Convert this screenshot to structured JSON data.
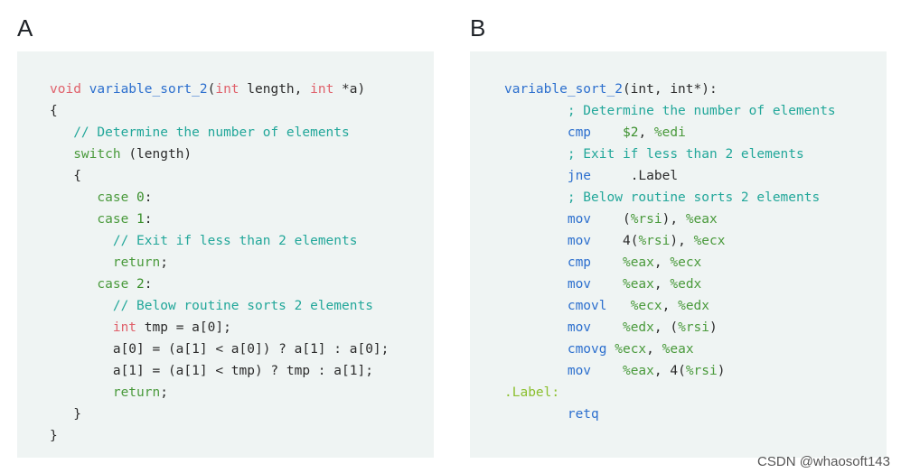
{
  "labels": {
    "a": "A",
    "b": "B"
  },
  "colors": {
    "keyword": "#e0616b",
    "function": "#2c6fce",
    "comment": "#22a79a",
    "control": "#4a9a3c",
    "number": "#3a8f2c",
    "register": "#4a9a3c",
    "label": "#8bbf2e",
    "plain": "#2b2b2b"
  },
  "panel_a": {
    "lines": [
      [
        [
          "keyword",
          "void "
        ],
        [
          "function",
          "variable_sort_2"
        ],
        [
          "plain",
          "("
        ],
        [
          "keyword",
          "int"
        ],
        [
          "plain",
          " length, "
        ],
        [
          "keyword",
          "int"
        ],
        [
          "plain",
          " *a)"
        ]
      ],
      [
        [
          "plain",
          "{"
        ]
      ],
      [
        [
          "plain",
          "   "
        ],
        [
          "comment",
          "// Determine the number of elements"
        ]
      ],
      [
        [
          "plain",
          "   "
        ],
        [
          "control",
          "switch"
        ],
        [
          "plain",
          " (length)"
        ]
      ],
      [
        [
          "plain",
          "   {"
        ]
      ],
      [
        [
          "plain",
          "      "
        ],
        [
          "control",
          "case "
        ],
        [
          "number",
          "0"
        ],
        [
          "plain",
          ":"
        ]
      ],
      [
        [
          "plain",
          "      "
        ],
        [
          "control",
          "case "
        ],
        [
          "number",
          "1"
        ],
        [
          "plain",
          ":"
        ]
      ],
      [
        [
          "plain",
          "        "
        ],
        [
          "comment",
          "// Exit if less than 2 elements"
        ]
      ],
      [
        [
          "plain",
          "        "
        ],
        [
          "control",
          "return"
        ],
        [
          "plain",
          ";"
        ]
      ],
      [
        [
          "plain",
          "      "
        ],
        [
          "control",
          "case "
        ],
        [
          "number",
          "2"
        ],
        [
          "plain",
          ":"
        ]
      ],
      [
        [
          "plain",
          "        "
        ],
        [
          "comment",
          "// Below routine sorts 2 elements"
        ]
      ],
      [
        [
          "plain",
          "        "
        ],
        [
          "keyword",
          "int"
        ],
        [
          "plain",
          " tmp = a[0];"
        ]
      ],
      [
        [
          "plain",
          "        a[0] = (a[1] < a[0]) ? a[1] : a[0];"
        ]
      ],
      [
        [
          "plain",
          "        a[1] = (a[1] < tmp) ? tmp : a[1];"
        ]
      ],
      [
        [
          "plain",
          "        "
        ],
        [
          "control",
          "return"
        ],
        [
          "plain",
          ";"
        ]
      ],
      [
        [
          "plain",
          "   }"
        ]
      ],
      [
        [
          "plain",
          "}"
        ]
      ]
    ]
  },
  "panel_b": {
    "lines": [
      [
        [
          "function",
          "variable_sort_2"
        ],
        [
          "plain",
          "(int, int*):"
        ]
      ],
      [
        [
          "plain",
          "        "
        ],
        [
          "comment",
          "; Determine the number of elements"
        ]
      ],
      [
        [
          "plain",
          "        "
        ],
        [
          "function",
          "cmp"
        ],
        [
          "plain",
          "    "
        ],
        [
          "number",
          "$2"
        ],
        [
          "plain",
          ", "
        ],
        [
          "register",
          "%edi"
        ]
      ],
      [
        [
          "plain",
          "        "
        ],
        [
          "comment",
          "; Exit if less than 2 elements"
        ]
      ],
      [
        [
          "plain",
          "        "
        ],
        [
          "function",
          "jne"
        ],
        [
          "plain",
          "     .Label"
        ]
      ],
      [
        [
          "plain",
          "        "
        ],
        [
          "comment",
          "; Below routine sorts 2 elements"
        ]
      ],
      [
        [
          "plain",
          "        "
        ],
        [
          "function",
          "mov"
        ],
        [
          "plain",
          "    ("
        ],
        [
          "register",
          "%rsi"
        ],
        [
          "plain",
          "), "
        ],
        [
          "register",
          "%eax"
        ]
      ],
      [
        [
          "plain",
          "        "
        ],
        [
          "function",
          "mov"
        ],
        [
          "plain",
          "    4("
        ],
        [
          "register",
          "%rsi"
        ],
        [
          "plain",
          "), "
        ],
        [
          "register",
          "%ecx"
        ]
      ],
      [
        [
          "plain",
          "        "
        ],
        [
          "function",
          "cmp"
        ],
        [
          "plain",
          "    "
        ],
        [
          "register",
          "%eax"
        ],
        [
          "plain",
          ", "
        ],
        [
          "register",
          "%ecx"
        ]
      ],
      [
        [
          "plain",
          "        "
        ],
        [
          "function",
          "mov"
        ],
        [
          "plain",
          "    "
        ],
        [
          "register",
          "%eax"
        ],
        [
          "plain",
          ", "
        ],
        [
          "register",
          "%edx"
        ]
      ],
      [
        [
          "plain",
          "        "
        ],
        [
          "function",
          "cmovl"
        ],
        [
          "plain",
          "   "
        ],
        [
          "register",
          "%ecx"
        ],
        [
          "plain",
          ", "
        ],
        [
          "register",
          "%edx"
        ]
      ],
      [
        [
          "plain",
          "        "
        ],
        [
          "function",
          "mov"
        ],
        [
          "plain",
          "    "
        ],
        [
          "register",
          "%edx"
        ],
        [
          "plain",
          ", ("
        ],
        [
          "register",
          "%rsi"
        ],
        [
          "plain",
          ")"
        ]
      ],
      [
        [
          "plain",
          "        "
        ],
        [
          "function",
          "cmovg"
        ],
        [
          "plain",
          " "
        ],
        [
          "register",
          "%ecx"
        ],
        [
          "plain",
          ", "
        ],
        [
          "register",
          "%eax"
        ]
      ],
      [
        [
          "plain",
          "        "
        ],
        [
          "function",
          "mov"
        ],
        [
          "plain",
          "    "
        ],
        [
          "register",
          "%eax"
        ],
        [
          "plain",
          ", 4("
        ],
        [
          "register",
          "%rsi"
        ],
        [
          "plain",
          ")"
        ]
      ],
      [
        [
          "label",
          ".Label:"
        ]
      ],
      [
        [
          "plain",
          "        "
        ],
        [
          "function",
          "retq"
        ]
      ]
    ]
  },
  "watermark": "CSDN @whaosoft143"
}
